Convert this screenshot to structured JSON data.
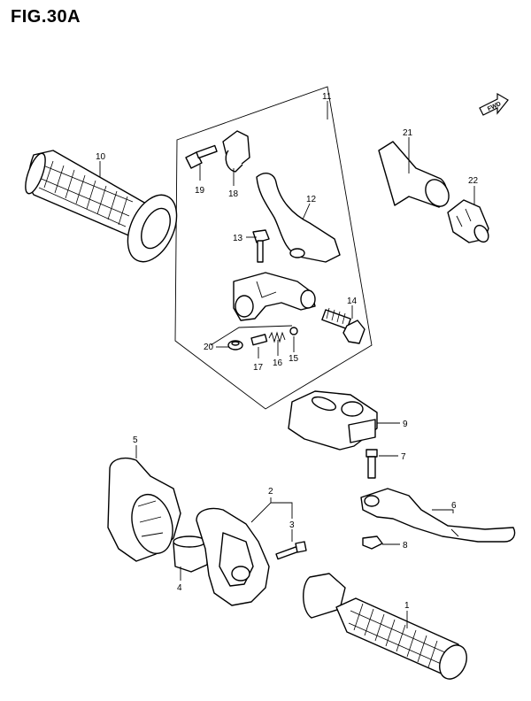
{
  "figure": {
    "title": "FIG.30A",
    "fwd_label": "FWD"
  },
  "callouts": {
    "p1": "1",
    "p2": "2",
    "p3": "3",
    "p4": "4",
    "p5": "5",
    "p6": "6",
    "p7": "7",
    "p8": "8",
    "p9": "9",
    "p10": "10",
    "p11": "11",
    "p12": "12",
    "p13": "13",
    "p14": "14",
    "p15": "15",
    "p16": "16",
    "p17": "17",
    "p18": "18",
    "p19": "19",
    "p20": "20",
    "p21": "21",
    "p22": "22"
  },
  "colors": {
    "ink": "#000000",
    "paper": "#ffffff"
  }
}
